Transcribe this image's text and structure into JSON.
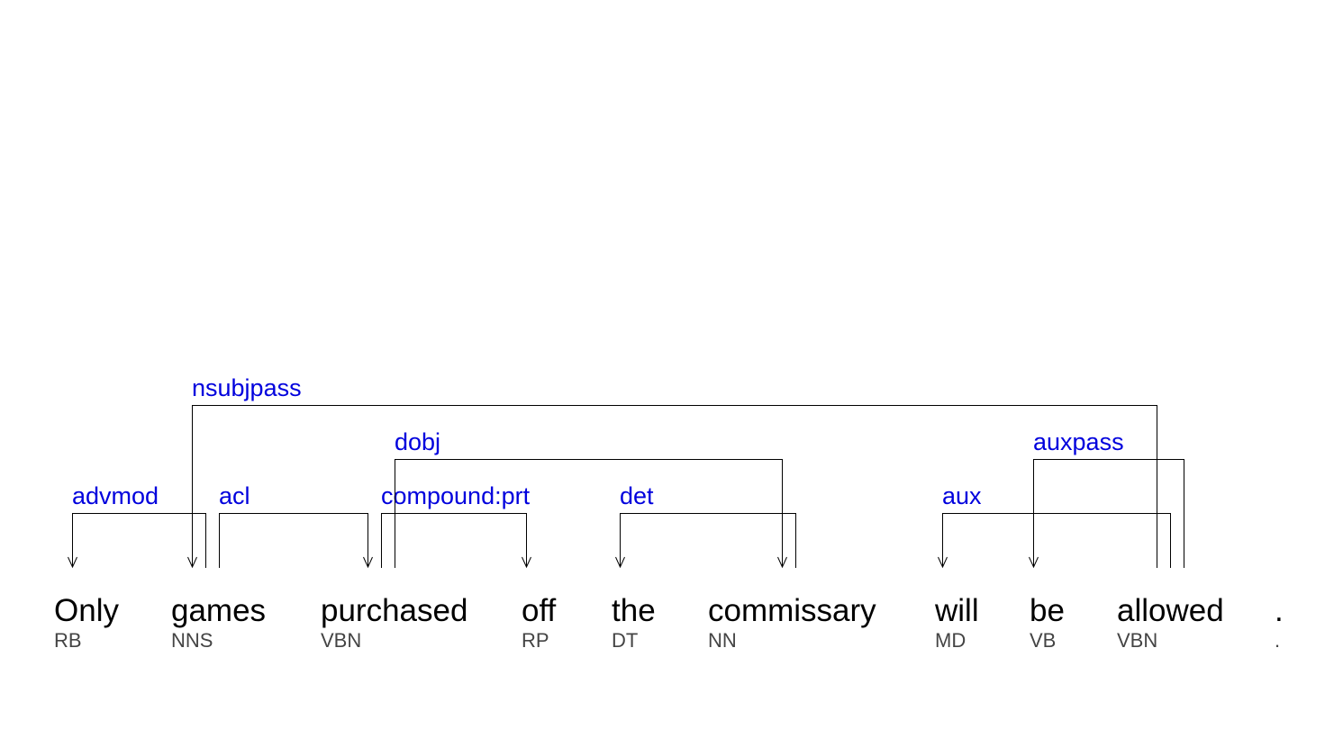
{
  "tokens": [
    {
      "word": "Only",
      "tag": "RB"
    },
    {
      "word": "games",
      "tag": "NNS"
    },
    {
      "word": "purchased",
      "tag": "VBN"
    },
    {
      "word": "off",
      "tag": "RP"
    },
    {
      "word": "the",
      "tag": "DT"
    },
    {
      "word": "commissary",
      "tag": "NN"
    },
    {
      "word": "will",
      "tag": "MD"
    },
    {
      "word": "be",
      "tag": "VB"
    },
    {
      "word": "allowed",
      "tag": "VBN"
    },
    {
      "word": ".",
      "tag": "."
    }
  ],
  "arcs": [
    {
      "label": "advmod",
      "from": "games",
      "to": "Only"
    },
    {
      "label": "acl",
      "from": "games",
      "to": "purchased"
    },
    {
      "label": "compound:prt",
      "from": "purchased",
      "to": "off"
    },
    {
      "label": "det",
      "from": "commissary",
      "to": "the"
    },
    {
      "label": "dobj",
      "from": "purchased",
      "to": "commissary"
    },
    {
      "label": "aux",
      "from": "allowed",
      "to": "will"
    },
    {
      "label": "auxpass",
      "from": "allowed",
      "to": "be"
    },
    {
      "label": "nsubjpass",
      "from": "allowed",
      "to": "games"
    }
  ],
  "colors": {
    "label": "#0000dd",
    "word": "#000000",
    "tag": "#444444",
    "line": "#000000"
  }
}
